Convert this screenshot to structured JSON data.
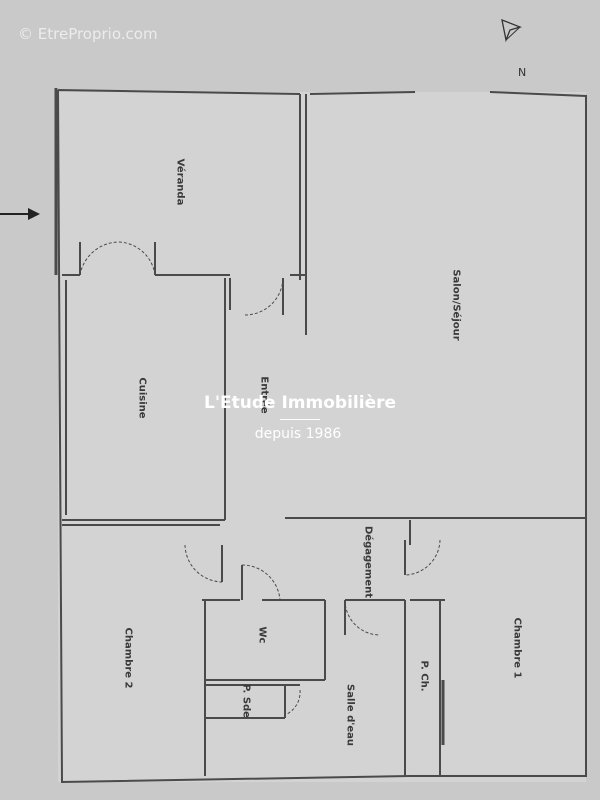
{
  "watermark": "© EtreProprio.com",
  "agency": {
    "name": "L'Etude Immobilière",
    "tagline": "depuis 1986"
  },
  "compass": {
    "label": "N"
  },
  "rooms": {
    "veranda": "Véranda",
    "salon": "Salon/Séjour",
    "cuisine": "Cuisine",
    "entree": "Entrée",
    "degagement": "Dégagement",
    "chambre1": "Chambre 1",
    "chambre2": "Chambre 2",
    "wc": "Wc",
    "salle_eau": "Salle d'eau",
    "p_ch": "P. Ch.",
    "p_sde": "P. Sde"
  },
  "colors": {
    "background": "#c9c9c9",
    "wall": "#4a4a4a",
    "room_fill": "#d6d6d6"
  }
}
